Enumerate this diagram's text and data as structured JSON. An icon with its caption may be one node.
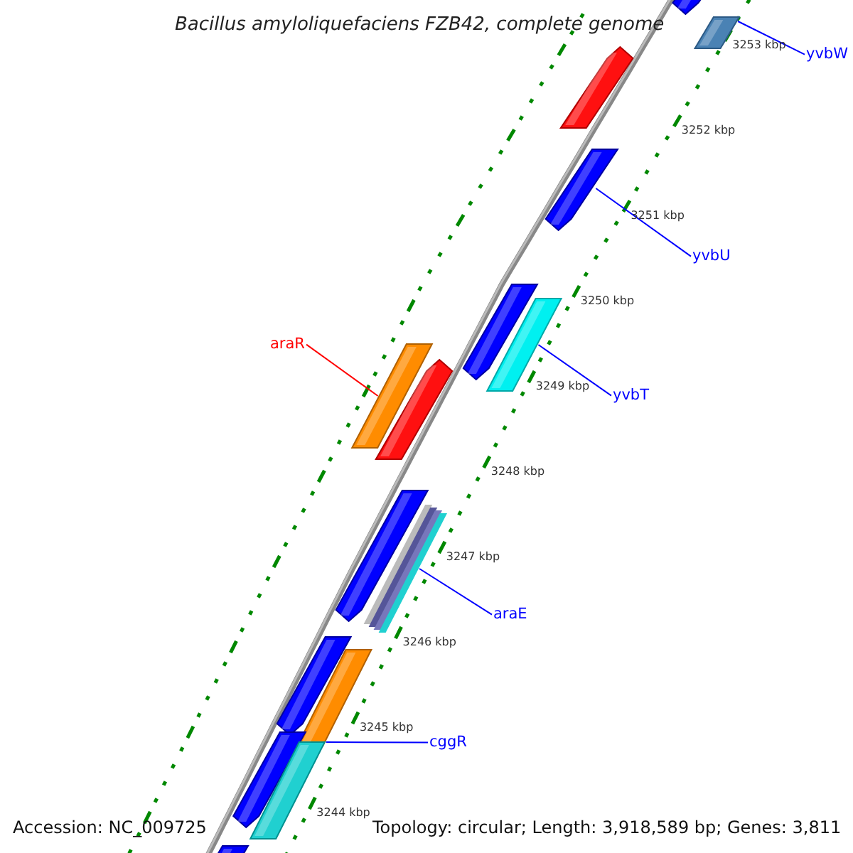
{
  "diagram": {
    "title": "Bacillus amyloliquefaciens FZB42, complete genome",
    "nodes": [
      {
        "text": [],
        "shape": "bar"
      },
      {
        "text": [],
        "shape": "bar"
      },
      {
        "text": [],
        "shape": "bar"
      },
      {
        "text": [],
        "shape": "bar"
      },
      {
        "text": [],
        "shape": "bar"
      },
      {
        "text": [],
        "shape": "bar"
      },
      {
        "text": [],
        "shape": "bar"
      },
      {
        "text": [],
        "shape": "bar"
      },
      {
        "text": [],
        "shape": "bar"
      },
      {
        "text": [],
        "shape": "bar"
      },
      {
        "text": [],
        "shape": "bar"
      },
      {
        "text": [],
        "shape": "bar"
      },
      {
        "text": [],
        "shape": "bar"
      },
      {
        "text": [],
        "shape": "bar"
      },
      {
        "text": [],
        "shape": "bar"
      },
      {
        "text": [
          "yvbW"
        ]
      },
      {
        "text": [
          "yvbU"
        ]
      },
      {
        "text": [
          "araR"
        ]
      },
      {
        "text": [
          "yvbT"
        ]
      },
      {
        "text": [
          "araE"
        ]
      },
      {
        "text": [
          "cggR"
        ]
      }
    ],
    "edges": [
      {
        "from": 15,
        "to": 1,
        "arrow": "none"
      },
      {
        "from": 16,
        "to": 3,
        "arrow": "none"
      },
      {
        "from": 17,
        "to": 6,
        "arrow": "none",
        "color": "#ff0000"
      },
      {
        "from": 18,
        "to": 5,
        "arrow": "none"
      },
      {
        "from": 19,
        "to": 9,
        "arrow": "none"
      },
      {
        "from": 20,
        "to": 11,
        "arrow": "none"
      }
    ],
    "labels": [
      "3253 kbp",
      "3252 kbp",
      "3251 kbp",
      "3250 kbp",
      "3249 kbp",
      "3248 kbp",
      "3247 kbp",
      "3246 kbp",
      "3245 kbp",
      "3244 kbp",
      "Accession: NC_009725",
      "Topology: circular; Length: 3,918,589 bp; Genes: 3,811"
    ]
  }
}
